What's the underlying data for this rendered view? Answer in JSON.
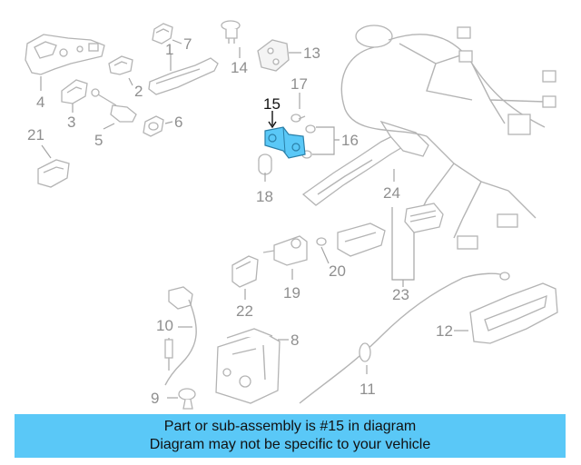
{
  "diagram": {
    "highlight_color": "#5ac8f7",
    "highlighted_part": "15",
    "callouts": [
      "1",
      "2",
      "3",
      "4",
      "5",
      "6",
      "7",
      "8",
      "9",
      "10",
      "11",
      "12",
      "13",
      "14",
      "15",
      "16",
      "17",
      "18",
      "19",
      "20",
      "21",
      "22",
      "23",
      "24"
    ]
  },
  "banner": {
    "line1": "Part or sub-assembly is #15 in diagram",
    "line2": "Diagram may not be specific to your vehicle",
    "color": "#5ac8f7"
  }
}
